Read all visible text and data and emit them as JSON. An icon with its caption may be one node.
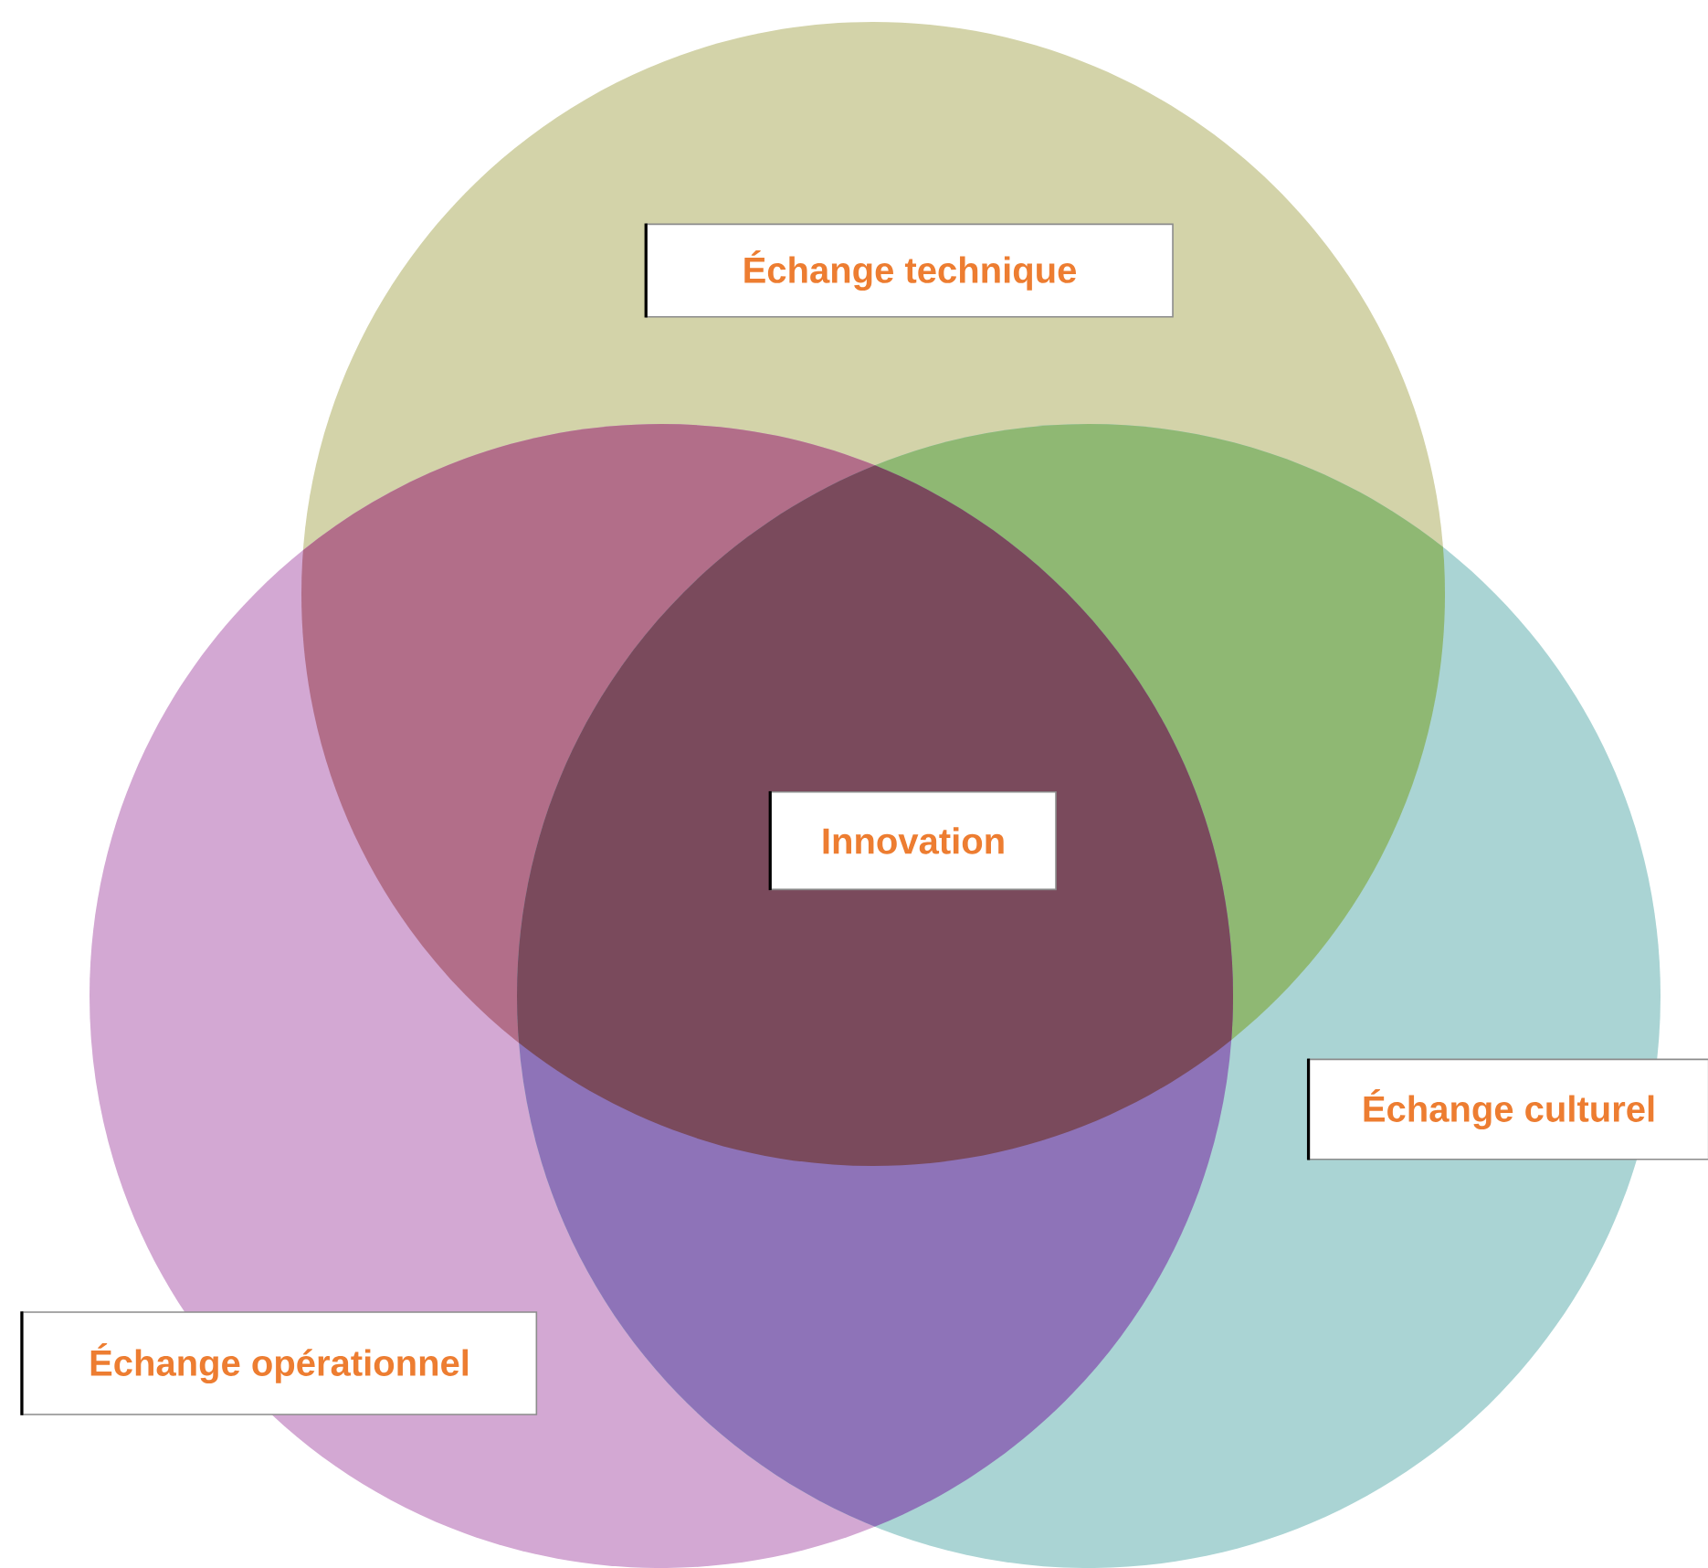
{
  "diagram": {
    "nodes": [
      {
        "text": [
          "Échange technique"
        ]
      },
      {
        "text": [
          "Innovation"
        ]
      },
      {
        "text": [
          "Échange culturel"
        ]
      },
      {
        "text": [
          "Échange opérationnel"
        ]
      }
    ]
  }
}
